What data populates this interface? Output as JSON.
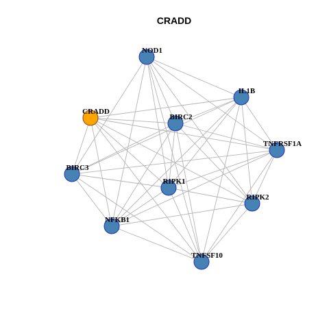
{
  "title": "CRADD",
  "colors": {
    "default_node_fill": "#4682b4",
    "default_node_stroke": "#1f2fc0",
    "highlight_node_fill": "#ffa500",
    "highlight_node_stroke": "#8b4513",
    "edge": "#b4b4b4",
    "background": "#ffffff"
  },
  "nodes": [
    {
      "id": "NOD1",
      "label": "NOD1",
      "highlight": false
    },
    {
      "id": "IL1B",
      "label": "IL1B",
      "highlight": false
    },
    {
      "id": "CRADD",
      "label": "CRADD",
      "highlight": true
    },
    {
      "id": "BIRC2",
      "label": "BIRC2",
      "highlight": false
    },
    {
      "id": "TNFRSF1A",
      "label": "TNFRSF1A",
      "highlight": false
    },
    {
      "id": "BIRC3",
      "label": "BIRC3",
      "highlight": false
    },
    {
      "id": "RIPK1",
      "label": "RIPK1",
      "highlight": false
    },
    {
      "id": "RIPK2",
      "label": "RIPK2",
      "highlight": false
    },
    {
      "id": "NFKB1",
      "label": "NFKB1",
      "highlight": false
    },
    {
      "id": "TNFSF10",
      "label": "TNFSF10",
      "highlight": false
    }
  ],
  "edges": [
    [
      "NOD1",
      "IL1B"
    ],
    [
      "NOD1",
      "BIRC2"
    ],
    [
      "NOD1",
      "TNFRSF1A"
    ],
    [
      "NOD1",
      "BIRC3"
    ],
    [
      "NOD1",
      "RIPK1"
    ],
    [
      "NOD1",
      "RIPK2"
    ],
    [
      "NOD1",
      "NFKB1"
    ],
    [
      "NOD1",
      "TNFSF10"
    ],
    [
      "IL1B",
      "CRADD"
    ],
    [
      "IL1B",
      "BIRC2"
    ],
    [
      "IL1B",
      "BIRC3"
    ],
    [
      "IL1B",
      "RIPK1"
    ],
    [
      "IL1B",
      "RIPK2"
    ],
    [
      "IL1B",
      "NFKB1"
    ],
    [
      "IL1B",
      "TNFSF10"
    ],
    [
      "IL1B",
      "TNFRSF1A"
    ],
    [
      "CRADD",
      "BIRC2"
    ],
    [
      "CRADD",
      "TNFRSF1A"
    ],
    [
      "CRADD",
      "BIRC3"
    ],
    [
      "CRADD",
      "RIPK1"
    ],
    [
      "CRADD",
      "RIPK2"
    ],
    [
      "CRADD",
      "NFKB1"
    ],
    [
      "CRADD",
      "TNFSF10"
    ],
    [
      "BIRC2",
      "BIRC3"
    ],
    [
      "BIRC2",
      "RIPK1"
    ],
    [
      "BIRC2",
      "RIPK2"
    ],
    [
      "BIRC2",
      "NFKB1"
    ],
    [
      "BIRC2",
      "TNFSF10"
    ],
    [
      "BIRC2",
      "TNFRSF1A"
    ],
    [
      "TNFRSF1A",
      "BIRC3"
    ],
    [
      "TNFRSF1A",
      "RIPK1"
    ],
    [
      "TNFRSF1A",
      "RIPK2"
    ],
    [
      "TNFRSF1A",
      "NFKB1"
    ],
    [
      "TNFRSF1A",
      "TNFSF10"
    ],
    [
      "BIRC3",
      "RIPK1"
    ],
    [
      "BIRC3",
      "NFKB1"
    ],
    [
      "BIRC3",
      "TNFSF10"
    ],
    [
      "RIPK1",
      "RIPK2"
    ],
    [
      "RIPK1",
      "NFKB1"
    ],
    [
      "RIPK1",
      "TNFSF10"
    ],
    [
      "RIPK2",
      "NFKB1"
    ],
    [
      "RIPK2",
      "TNFSF10"
    ],
    [
      "NFKB1",
      "TNFSF10"
    ]
  ]
}
